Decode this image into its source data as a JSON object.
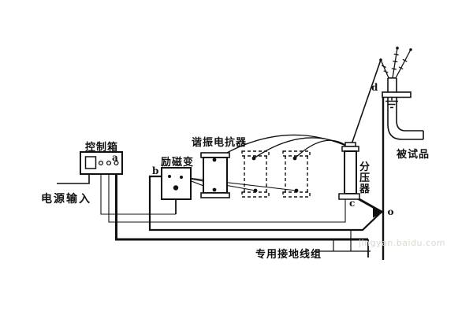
{
  "labels": {
    "control_box": "控制箱",
    "power_input": "电源输入",
    "excitation_transformer": "励磁变",
    "resonant_reactor": "谐振电抗器",
    "voltage_divider_chars": [
      "分",
      "压",
      "器"
    ],
    "test_object": "被试品",
    "ground_wire_group": "专用接地线组",
    "terminal_a": "a",
    "terminal_b": "b",
    "terminal_c": "c",
    "terminal_d": "d",
    "node_o": "o",
    "watermark": "jingyan.baidu.com"
  },
  "colors": {
    "line": "#111111",
    "background": "#ffffff",
    "watermark": "#d9d9d0"
  },
  "diagram": {
    "type": "electrical-test-circuit",
    "components": [
      "control-box",
      "excitation-transformer",
      "resonant-reactor-fixed",
      "resonant-reactor-optional-1",
      "resonant-reactor-optional-2",
      "voltage-divider",
      "test-cable",
      "grounding-wire-group"
    ],
    "terminals": [
      "a",
      "b",
      "c",
      "d",
      "o"
    ]
  }
}
